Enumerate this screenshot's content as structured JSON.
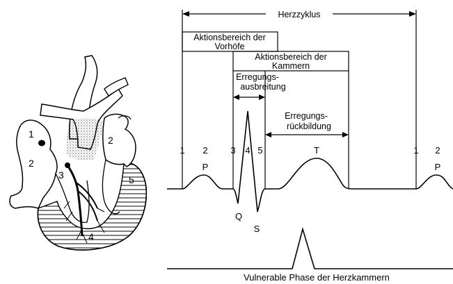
{
  "colors": {
    "ink": "#000000",
    "background": "#ffffff"
  },
  "diagram": {
    "cycle_label": "Herzzyklus",
    "atria_box_line1": "Aktionsbereich der",
    "atria_box_line2": "Vorhöfe",
    "ventricle_box_line1": "Aktionsbereich der",
    "ventricle_box_line2": "Kammern",
    "excitation_spread_line1": "Erregungs-",
    "excitation_spread_line2": "ausbreitung",
    "excitation_recovery_line1": "Erregungs-",
    "excitation_recovery_line2": "rückbildung",
    "vulnerable_phase_label": "Vulnerable Phase der Herzkammern",
    "wave_labels": {
      "p1": "P",
      "q": "Q",
      "s": "S",
      "t": "T",
      "p2": "P"
    },
    "marker_numbers": {
      "m1": "1",
      "m2": "2",
      "m3": "3",
      "m4": "4",
      "m5": "5",
      "m6": "1",
      "m7": "2"
    },
    "heart_numbers": {
      "h1": "1",
      "h2a": "2",
      "h2b": "2",
      "h3": "3",
      "h4": "4",
      "h5": "5"
    }
  }
}
